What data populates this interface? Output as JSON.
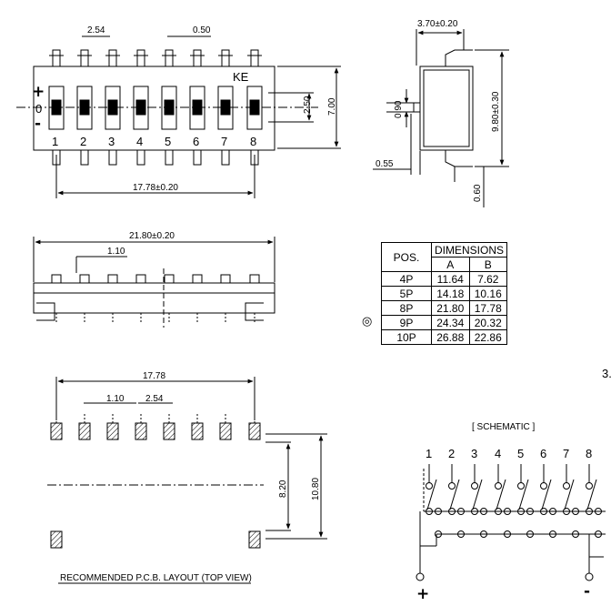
{
  "top_view": {
    "pitch": "2.54",
    "gap": "0.50",
    "brand": "KE",
    "plus": "+",
    "on": "0",
    "minus": "-",
    "pin_numbers": [
      "1",
      "2",
      "3",
      "4",
      "5",
      "6",
      "7",
      "8"
    ],
    "height_250": "2.50",
    "height_700": "7.00",
    "span": "17.78±0.20"
  },
  "side_view": {
    "width": "3.70±0.20",
    "pin": "0.90",
    "height": "9.80±0.30",
    "foot": "0.55",
    "standoff": "0.60"
  },
  "front_view": {
    "length": "21.80±0.20",
    "dim": "1.10"
  },
  "table": {
    "pos_header": "POS.",
    "dims_header": "DIMENSIONS",
    "col_a": "A",
    "col_b": "B",
    "rows": [
      {
        "pos": "4P",
        "a": "11.64",
        "b": "7.62"
      },
      {
        "pos": "5P",
        "a": "14.18",
        "b": "10.16"
      },
      {
        "pos": "8P",
        "a": "21.80",
        "b": "17.78"
      },
      {
        "pos": "9P",
        "a": "24.34",
        "b": "20.32"
      },
      {
        "pos": "10P",
        "a": "26.88",
        "b": "22.86"
      }
    ],
    "marker": "◎",
    "edge_digit": "3."
  },
  "pcb_layout": {
    "span": "17.78",
    "dim_110": "1.10",
    "dim_254": "2.54",
    "dim_820": "8.20",
    "dim_1080": "10.80",
    "caption": "RECOMMENDED P.C.B. LAYOUT (TOP VIEW)"
  },
  "schematic": {
    "title": "[ SCHEMATIC ]",
    "pin_numbers": [
      "1",
      "2",
      "3",
      "4",
      "5",
      "6",
      "7",
      "8"
    ],
    "plus": "+",
    "minus": "-"
  }
}
